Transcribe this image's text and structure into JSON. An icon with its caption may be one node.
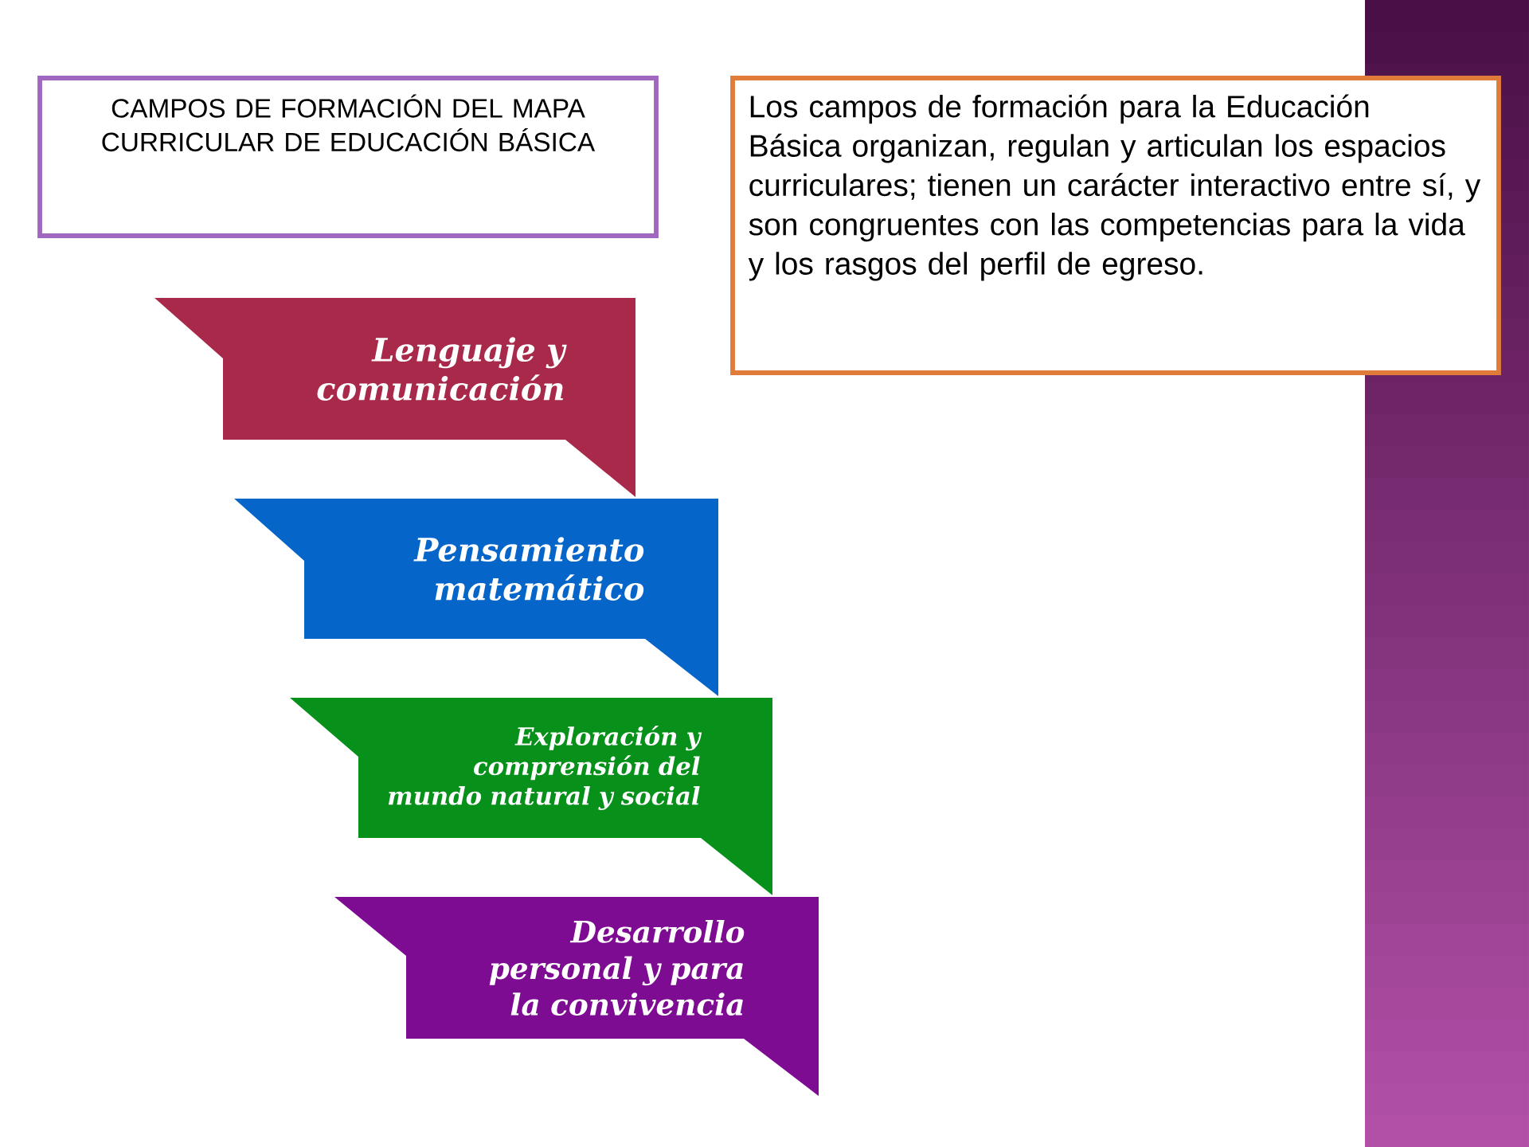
{
  "diagram": {
    "nodes": [
      {
        "text": [
          "CAMPOS DE FORMACIÓN DEL MAPA CURRICULAR DE EDUCACIÓN BÁSICA"
        ]
      },
      {
        "text": [
          "Los campos de formación para la Educación Básica organizan, regulan y articulan los espacios curriculares; tienen un carácter interactivo entre sí, y son congruentes con las competencias para la vida y los rasgos del perfil de egreso."
        ]
      },
      {
        "text": [
          "Lenguaje y comunicación"
        ]
      },
      {
        "text": [
          "Pensamiento matemático"
        ]
      },
      {
        "text": [
          "Exploración y comprensión del mundo natural y social"
        ]
      },
      {
        "text": [
          "Desarrollo personal y para la convivencia"
        ]
      }
    ]
  }
}
